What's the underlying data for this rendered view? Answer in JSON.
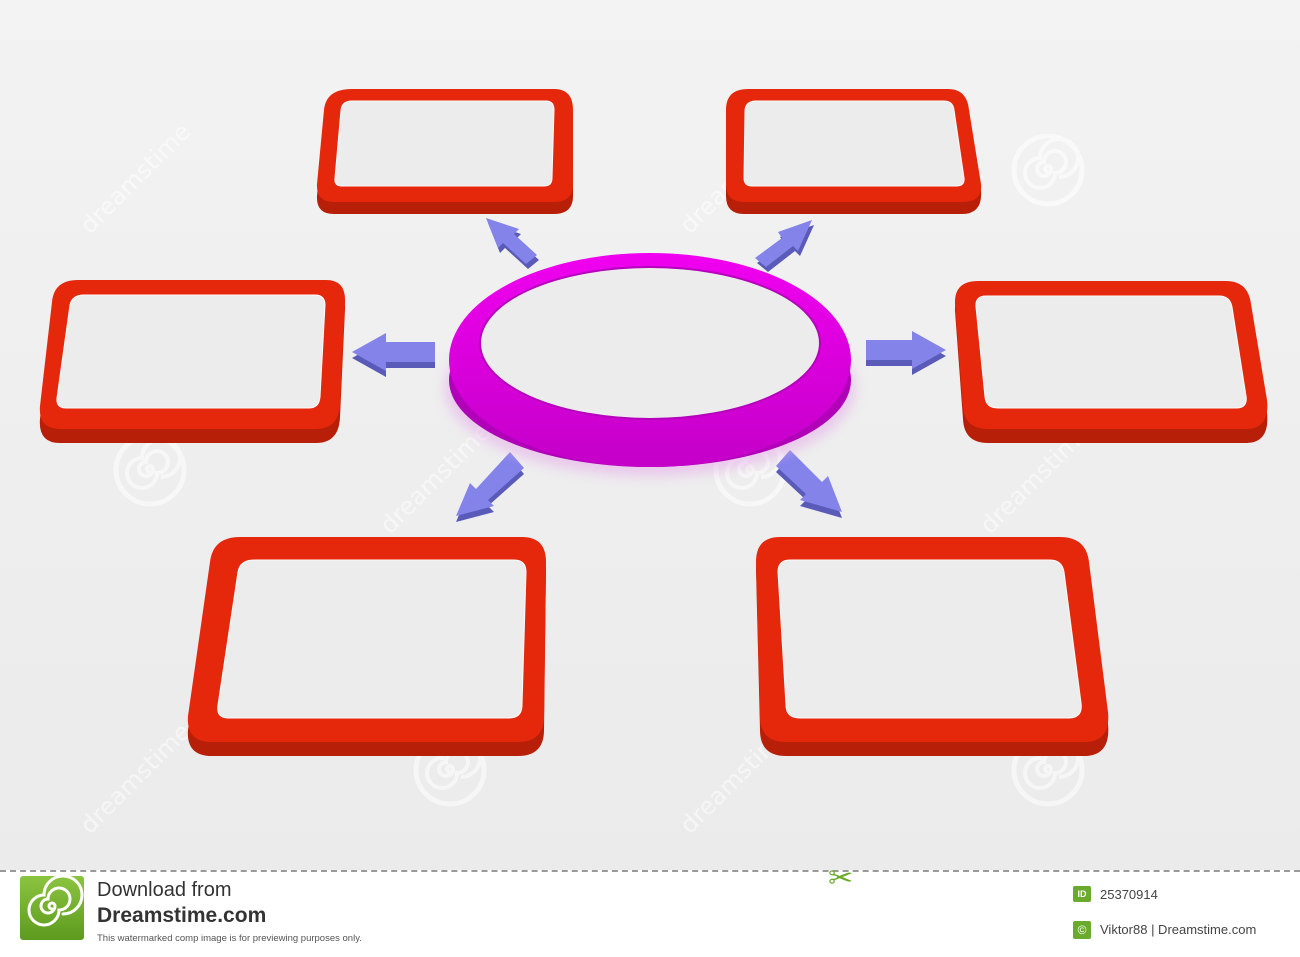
{
  "diagram": {
    "center_node": {
      "label": "",
      "shape": "ellipse",
      "ring_color": "#ee00ee",
      "fill_color": "#ececec"
    },
    "outer_nodes": [
      {
        "id": "top-left",
        "label": ""
      },
      {
        "id": "top-right",
        "label": ""
      },
      {
        "id": "middle-left",
        "label": ""
      },
      {
        "id": "middle-right",
        "label": ""
      },
      {
        "id": "bottom-left",
        "label": ""
      },
      {
        "id": "bottom-right",
        "label": ""
      }
    ],
    "connectors": [
      {
        "from": "center",
        "to": "top-left"
      },
      {
        "from": "center",
        "to": "top-right"
      },
      {
        "from": "center",
        "to": "middle-left"
      },
      {
        "from": "center",
        "to": "middle-right"
      },
      {
        "from": "center",
        "to": "bottom-left"
      },
      {
        "from": "center",
        "to": "bottom-right"
      }
    ],
    "box_border_color": "#e5280c",
    "box_fill_color": "#ececec",
    "arrow_color": "#8080e8",
    "watermark_text": "dreamstime"
  },
  "footer": {
    "download_line": "Download from",
    "site_name": "Dreamstime.com",
    "notice": "This watermarked comp image is for previewing purposes only.",
    "id_badge": "ID",
    "image_id": "25370914",
    "credit": "Viktor88 | Dreamstime.com",
    "icons": [
      "dreamstime-logo-icon",
      "scissors-icon",
      "id-badge-icon",
      "copyright-icon"
    ]
  }
}
